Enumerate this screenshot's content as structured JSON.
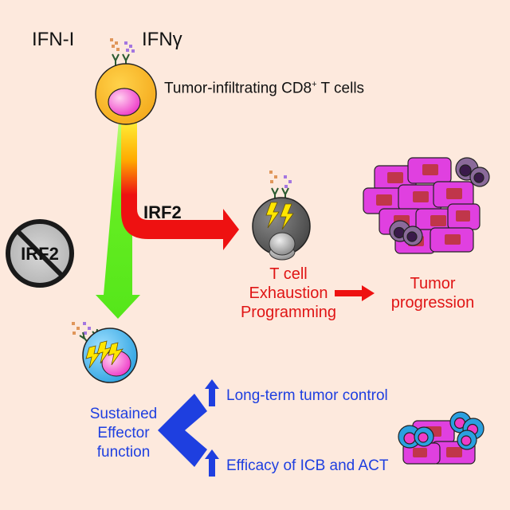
{
  "labels": {
    "ifn_i": "IFN-I",
    "ifn_gamma": "IFNγ",
    "til_main": "Tumor-infiltrating CD8",
    "til_sup": "+",
    "til_tail": " T cells",
    "irf2_pathway": "IRF2",
    "irf2_prohibited": "IRF2",
    "exhaustion_lines": [
      "T cell",
      "Exhaustion",
      "Programming"
    ],
    "progression_lines": [
      "Tumor",
      "progression"
    ],
    "effector_lines": [
      "Sustained",
      "Effector",
      "function"
    ],
    "long_term_control": "Long-term tumor control",
    "efficacy": "Efficacy of ICB and ACT"
  },
  "colors": {
    "background": "#fde9dd",
    "red_text": "#e01515",
    "blue_text": "#1e3fe0",
    "green_arrow": "#66ee22",
    "red_arrow": "#ee1111",
    "tumor_cell": "#e040e0",
    "tumor_nucleus": "#c0364a"
  },
  "icons": {
    "prohibited": "no-symbol-icon",
    "lightning": "lightning-bolt-icon",
    "receptor": "receptor-icon"
  }
}
